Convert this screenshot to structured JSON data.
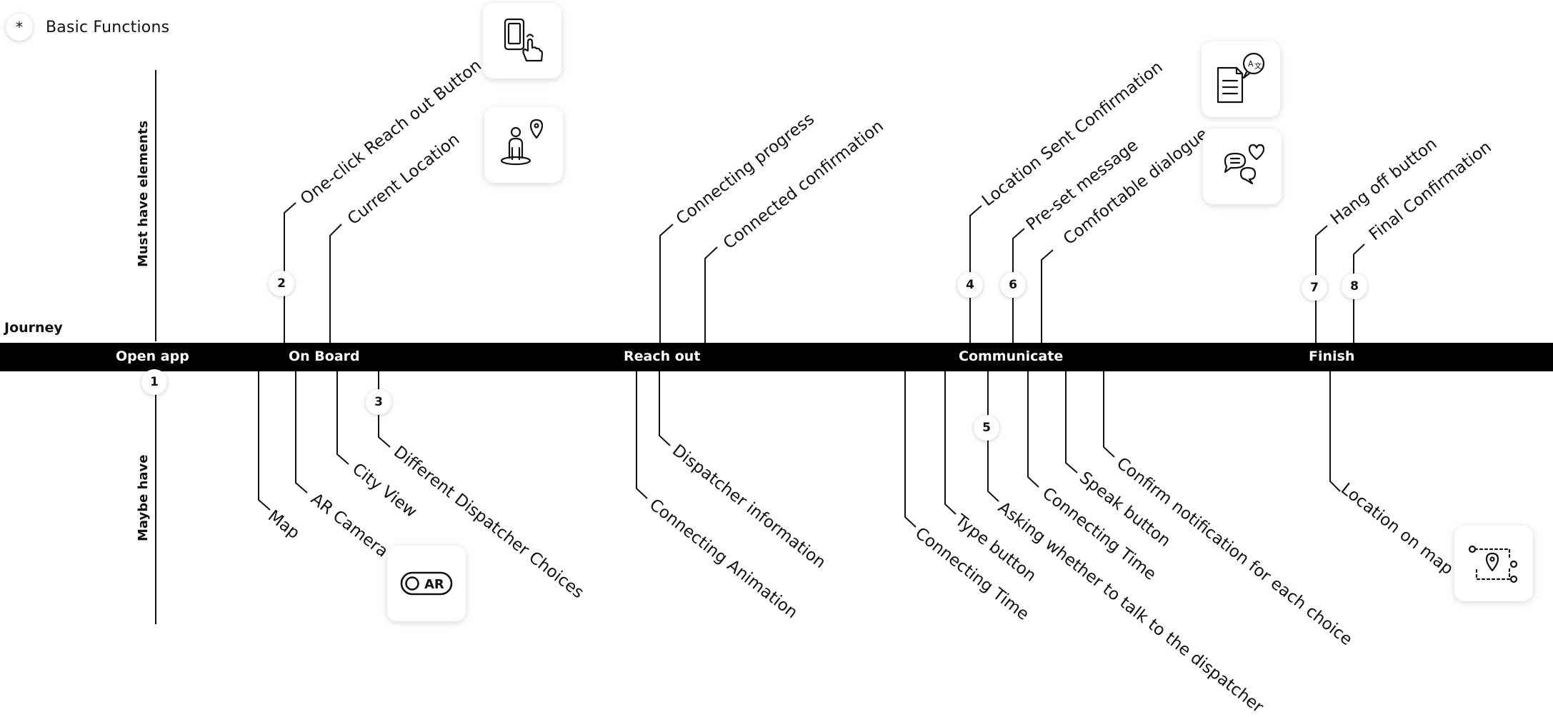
{
  "legend": {
    "symbol": "*",
    "label": "Basic Functions"
  },
  "journey_label": "Journey",
  "sections": {
    "top": "Must have elements",
    "bottom": "Maybe have"
  },
  "stages": [
    "Open app",
    "On Board",
    "Reach out",
    "Communicate",
    "Finish"
  ],
  "must_have": [
    {
      "number": "2",
      "label": "One-click Reach out Button"
    },
    {
      "number": "",
      "label": "Current Location"
    },
    {
      "number": "",
      "label": "Connecting progress"
    },
    {
      "number": "",
      "label": "Connected confirmation"
    },
    {
      "number": "4",
      "label": "Location Sent Confirmation"
    },
    {
      "number": "6",
      "label": "Pre-set message"
    },
    {
      "number": "",
      "label": "Comfortable dialogue"
    },
    {
      "number": "7",
      "label": "Hang off button"
    },
    {
      "number": "8",
      "label": "Final Confirmation"
    }
  ],
  "maybe_have": [
    {
      "number": "1",
      "label": ""
    },
    {
      "number": "",
      "label": "Map"
    },
    {
      "number": "",
      "label": "AR Camera"
    },
    {
      "number": "",
      "label": "City View"
    },
    {
      "number": "3",
      "label": "Different Dispatcher Choices"
    },
    {
      "number": "",
      "label": "Connecting Animation"
    },
    {
      "number": "",
      "label": "Dispatcher information"
    },
    {
      "number": "",
      "label": "Connecting Time"
    },
    {
      "number": "",
      "label": "Type button"
    },
    {
      "number": "5",
      "label": "Asking whether to talk to the dispatcher"
    },
    {
      "number": "",
      "label": "Connecting Time"
    },
    {
      "number": "",
      "label": "Speak button"
    },
    {
      "number": "",
      "label": "Confirm notification for each choice"
    },
    {
      "number": "",
      "label": "Location on map"
    }
  ],
  "icons": [
    "phone-tap-icon",
    "person-location-icon",
    "ar-toggle-icon",
    "document-translate-icon",
    "chat-heart-icon",
    "map-route-icon"
  ]
}
